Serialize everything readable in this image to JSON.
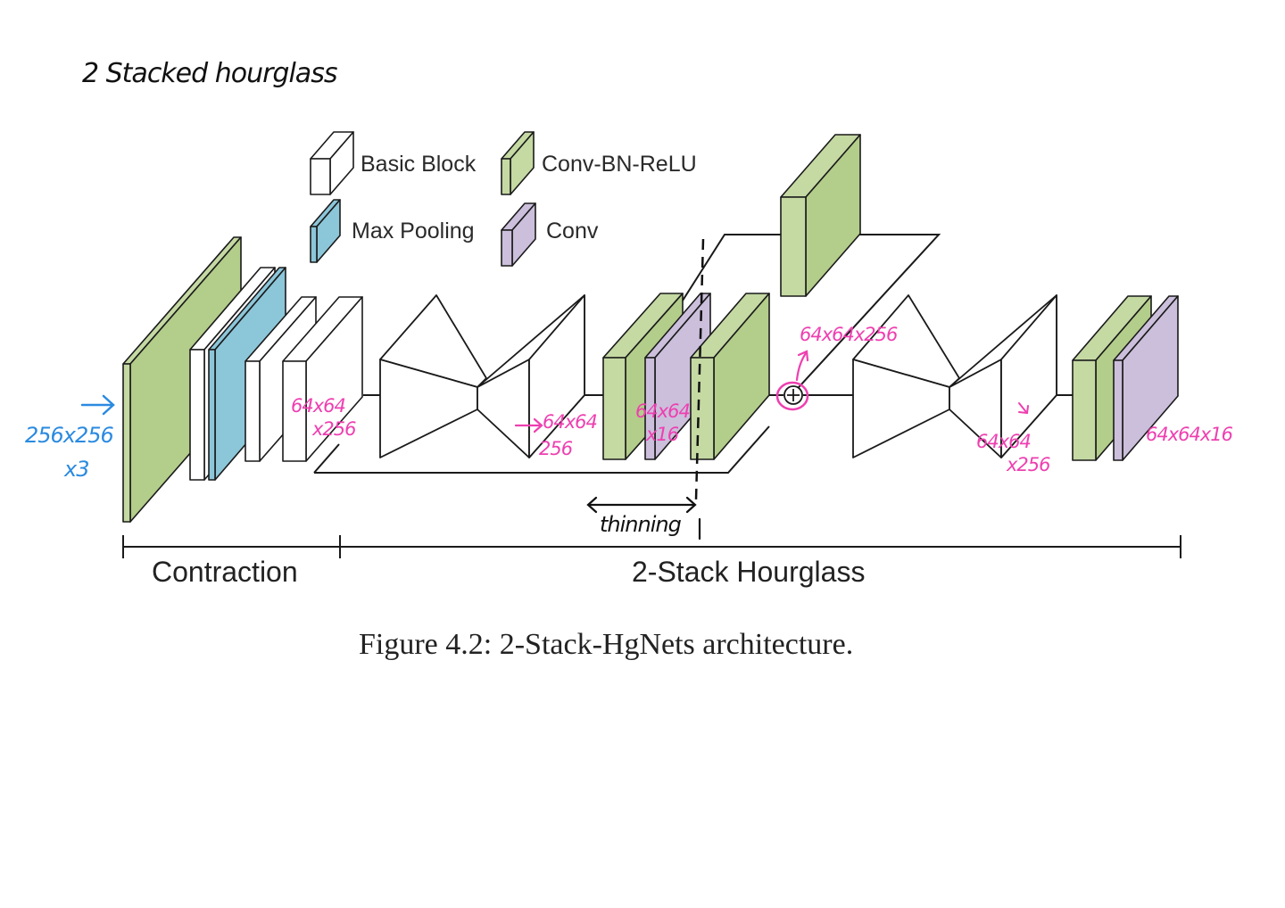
{
  "header": {
    "title": "2 Stacked hourglass"
  },
  "legend": {
    "basic_block": "Basic Block",
    "conv_bn_relu": "Conv-BN-ReLU",
    "max_pooling": "Max Pooling",
    "conv": "Conv"
  },
  "sections": {
    "contraction": "Contraction",
    "hourglass": "2-Stack Hourglass"
  },
  "caption": "Figure 4.2: 2-Stack-HgNets architecture.",
  "annotations": {
    "input_size_line1": "256x256",
    "input_size_line2": "x3",
    "after_contraction_line1": "64x64",
    "after_contraction_line2": "x256",
    "hg1_out_line1": "64x64",
    "hg1_out_line2": "256",
    "conv_out_line1": "64x64",
    "conv_out_line2": "x16",
    "sum_out": "64x64x256",
    "hg2_out_line1": "64x64",
    "hg2_out_line2": "x256",
    "final_out": "64x64x16",
    "thinning": "thinning"
  },
  "colors": {
    "conv_bn_relu": "#c5d9a3",
    "max_pooling": "#8cc6d9",
    "conv": "#cbbfdc",
    "basic_block": "#ffffff",
    "pink_ink": "#ee3fb0",
    "blue_ink": "#2a8ae0"
  }
}
